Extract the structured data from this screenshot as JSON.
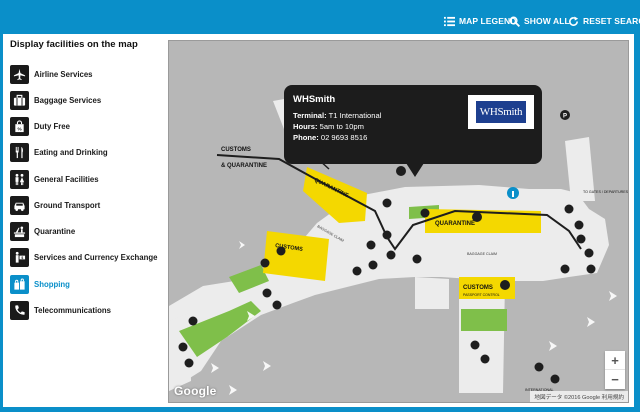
{
  "toolbar": {
    "map_legend": "MAP LEGEND",
    "show_all": "SHOW ALL",
    "reset_search": "RESET SEARCH"
  },
  "sidebar": {
    "title": "Display facilities on the map",
    "items": [
      {
        "label": "Airline Services",
        "icon": "airplane-icon"
      },
      {
        "label": "Baggage Services",
        "icon": "luggage-icon"
      },
      {
        "label": "Duty Free",
        "icon": "shopping-bag-icon"
      },
      {
        "label": "Eating and Drinking",
        "icon": "fork-knife-icon"
      },
      {
        "label": "General Facilities",
        "icon": "people-icon"
      },
      {
        "label": "Ground Transport",
        "icon": "car-icon"
      },
      {
        "label": "Quarantine",
        "icon": "quarantine-icon"
      },
      {
        "label": "Services and Currency Exchange",
        "icon": "currency-icon"
      },
      {
        "label": "Shopping",
        "icon": "shopping-icon",
        "active": true
      },
      {
        "label": "Telecommunications",
        "icon": "phone-icon"
      }
    ]
  },
  "map": {
    "labels": {
      "customs_quarantine_line1": "CUSTOMS",
      "customs_quarantine_line2": "& QUARANTINE",
      "quarantine_1": "QUARANTINE",
      "quarantine_2": "QUARANTINE",
      "customs_1": "CUSTOMS",
      "customs_2": "CUSTOMS",
      "customs_sub": "PASSPORT CONTROL",
      "baggage_claim_1": "BAGGAGE CLAIM",
      "baggage_claim_2": "BAGGAGE CLAIM",
      "arrivals_note": "TO GATES / DEPARTURES",
      "international": "INTERNATIONAL",
      "parking_p": "P"
    },
    "google_logo": "Google",
    "attribution": "地図データ ©2016 Google   利用規約",
    "zoom_in": "+",
    "zoom_out": "−",
    "colors": {
      "zone_yellow": "#f4d800",
      "path_dark": "#1e1e1e",
      "grass": "#7fbf4a",
      "terminal": "#ececec",
      "apron": "#b7b7b7"
    }
  },
  "callout": {
    "name": "WHSmith",
    "terminal_label": "Terminal:",
    "terminal_value": "T1 International",
    "hours_label": "Hours:",
    "hours_value": "5am to 10pm",
    "phone_label": "Phone:",
    "phone_value": "02 9693 8516",
    "logo_text": "WHSmith",
    "logo_color": "#1d3f8f"
  },
  "colors": {
    "accent": "#0a8fc9",
    "icon_bg": "#1a1a1a"
  }
}
